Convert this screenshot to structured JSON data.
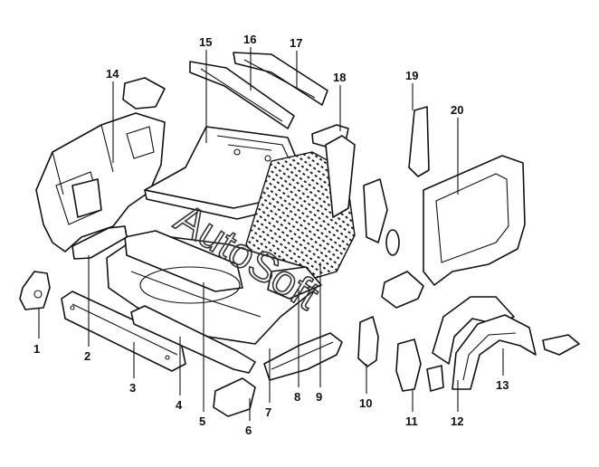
{
  "diagram": {
    "watermark": "AutoSoft",
    "callouts": [
      {
        "id": "1",
        "label": "1"
      },
      {
        "id": "2",
        "label": "2"
      },
      {
        "id": "3",
        "label": "3"
      },
      {
        "id": "4",
        "label": "4"
      },
      {
        "id": "5",
        "label": "5"
      },
      {
        "id": "6",
        "label": "6"
      },
      {
        "id": "7",
        "label": "7"
      },
      {
        "id": "8",
        "label": "8"
      },
      {
        "id": "9",
        "label": "9"
      },
      {
        "id": "10",
        "label": "10"
      },
      {
        "id": "11",
        "label": "11"
      },
      {
        "id": "12",
        "label": "12"
      },
      {
        "id": "13",
        "label": "13"
      },
      {
        "id": "14",
        "label": "14"
      },
      {
        "id": "15",
        "label": "15"
      },
      {
        "id": "16",
        "label": "16"
      },
      {
        "id": "17",
        "label": "17"
      },
      {
        "id": "18",
        "label": "18"
      },
      {
        "id": "19",
        "label": "19"
      },
      {
        "id": "20",
        "label": "20"
      }
    ]
  }
}
